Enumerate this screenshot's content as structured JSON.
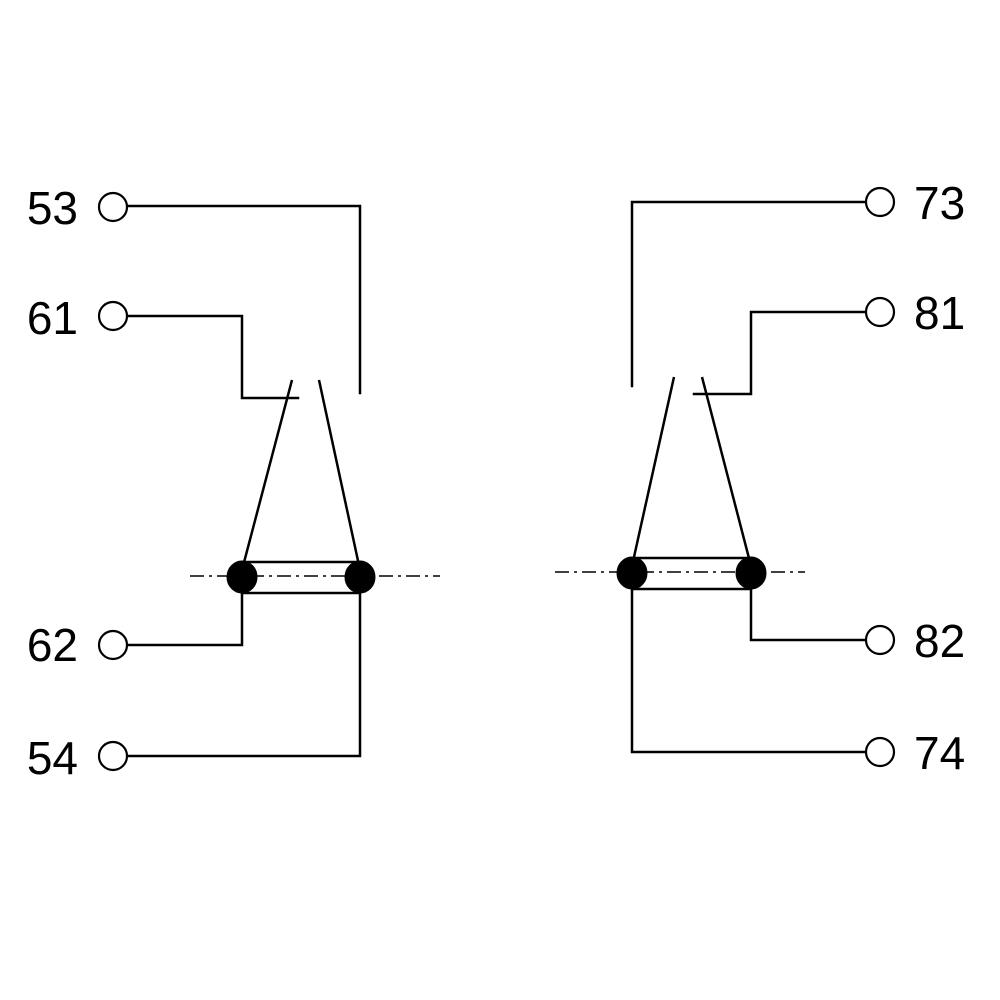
{
  "terminals": {
    "t53": "53",
    "t61": "61",
    "t62": "62",
    "t54": "54",
    "t73": "73",
    "t81": "81",
    "t82": "82",
    "t74": "74"
  }
}
